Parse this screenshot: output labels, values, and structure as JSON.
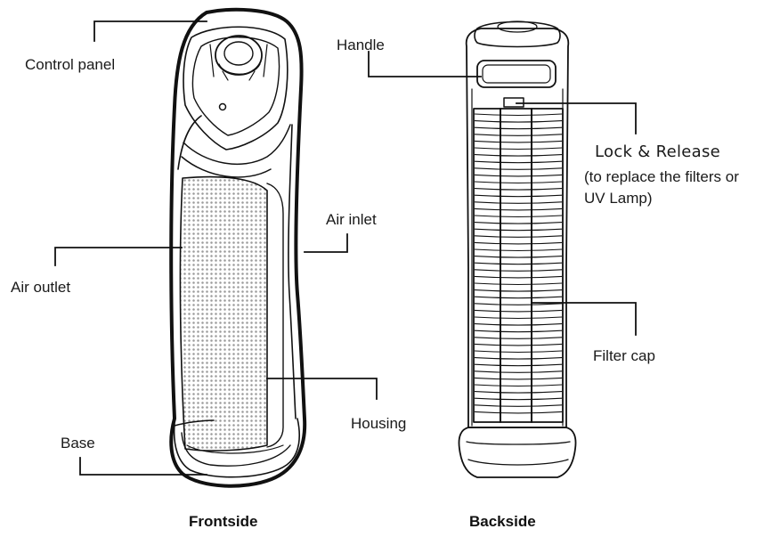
{
  "labels": {
    "control_panel": "Control panel",
    "air_outlet": "Air outlet",
    "base": "Base",
    "air_inlet": "Air inlet",
    "housing": "Housing",
    "handle": "Handle",
    "lock_release": "Lock & Release",
    "lock_note_line1": "(to replace the filters or",
    "lock_note_line2": "UV Lamp)",
    "filter_cap": "Filter cap"
  },
  "captions": {
    "front": "Frontside",
    "back": "Backside"
  },
  "colors": {
    "line": "#111111",
    "background": "#ffffff"
  }
}
